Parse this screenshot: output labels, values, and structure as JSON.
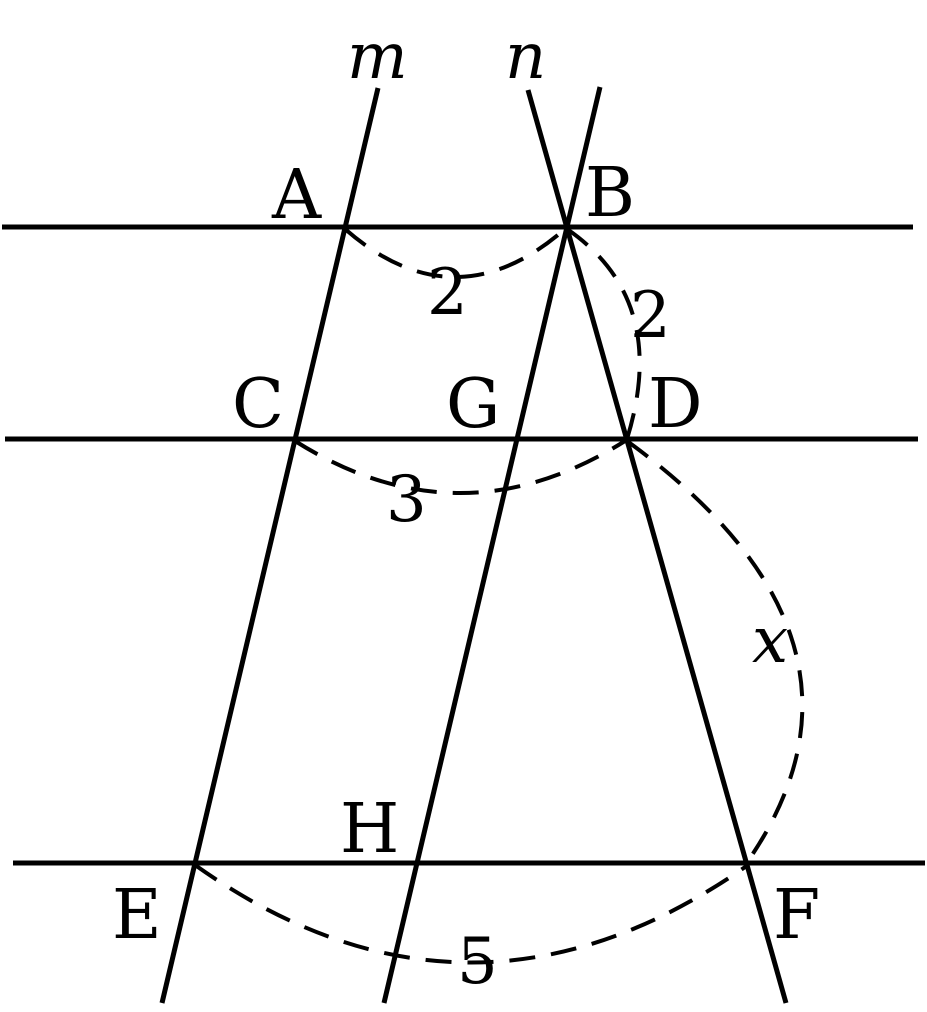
{
  "diagram": {
    "line_labels": {
      "m": "m",
      "n": "n"
    },
    "points": {
      "A": "A",
      "B": "B",
      "C": "C",
      "D": "D",
      "E": "E",
      "F": "F",
      "G": "G",
      "H": "H"
    },
    "measures": {
      "AB": "2",
      "BD": "2",
      "CD": "3",
      "DF": "x",
      "EF": "5"
    }
  }
}
